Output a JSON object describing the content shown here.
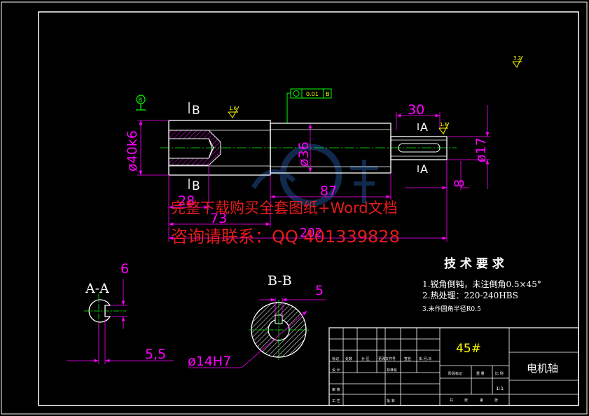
{
  "sections": {
    "b_marker": "B",
    "a_marker": "A",
    "aa_title": "A-A",
    "bb_title": "B-B"
  },
  "dimensions": {
    "d40k6": "ø40k6",
    "d36": "ø36",
    "d17": "ø17",
    "len28": "28",
    "len73": "73",
    "len87": "87",
    "len202": "202",
    "len30": "30",
    "len8": "8",
    "key6": "6",
    "key55": "5,5",
    "keyway5": "5",
    "bore": "ø14H7"
  },
  "symbols": {
    "rough_general": "3.2",
    "rough_b": "1.6",
    "rough_a": "1.6",
    "runout_frame": "0.01",
    "runout_datum": "B",
    "datum_b": "B"
  },
  "tech_requirements": {
    "title": "技 术 要 求",
    "items": [
      "1.锐角倒钝，未注倒角0.5×45°",
      "2.热处理：220-240HBS",
      "3.未作圆角半径R0.5"
    ]
  },
  "watermark": {
    "line1": "完整下载购买全套图纸+Word文档",
    "line2": "咨询请联系：QQ 401339828"
  },
  "title_block": {
    "material": "45#",
    "part_name": "电机轴",
    "scale": "1:1",
    "cells": {
      "c1": "标记",
      "c2": "处数",
      "c3": "分 区",
      "c4": "更改文件号",
      "c5": "签名",
      "c6": "年.月.日",
      "design": "设 计",
      "std": "标准化",
      "stage": "阶段标记",
      "weight": "重 量",
      "ratio": "比 例",
      "review": "审 核",
      "process": "工 艺",
      "approve": "批 准",
      "sheet1": "共",
      "sheet2": "张",
      "sheet3": "第",
      "sheet4": "张"
    }
  },
  "colors": {
    "outline": "#ffffff",
    "dimension": "#ff00ff",
    "centerline": "#00ff00",
    "annotation": "#ffff00",
    "watermark_text": "#ff2020"
  }
}
